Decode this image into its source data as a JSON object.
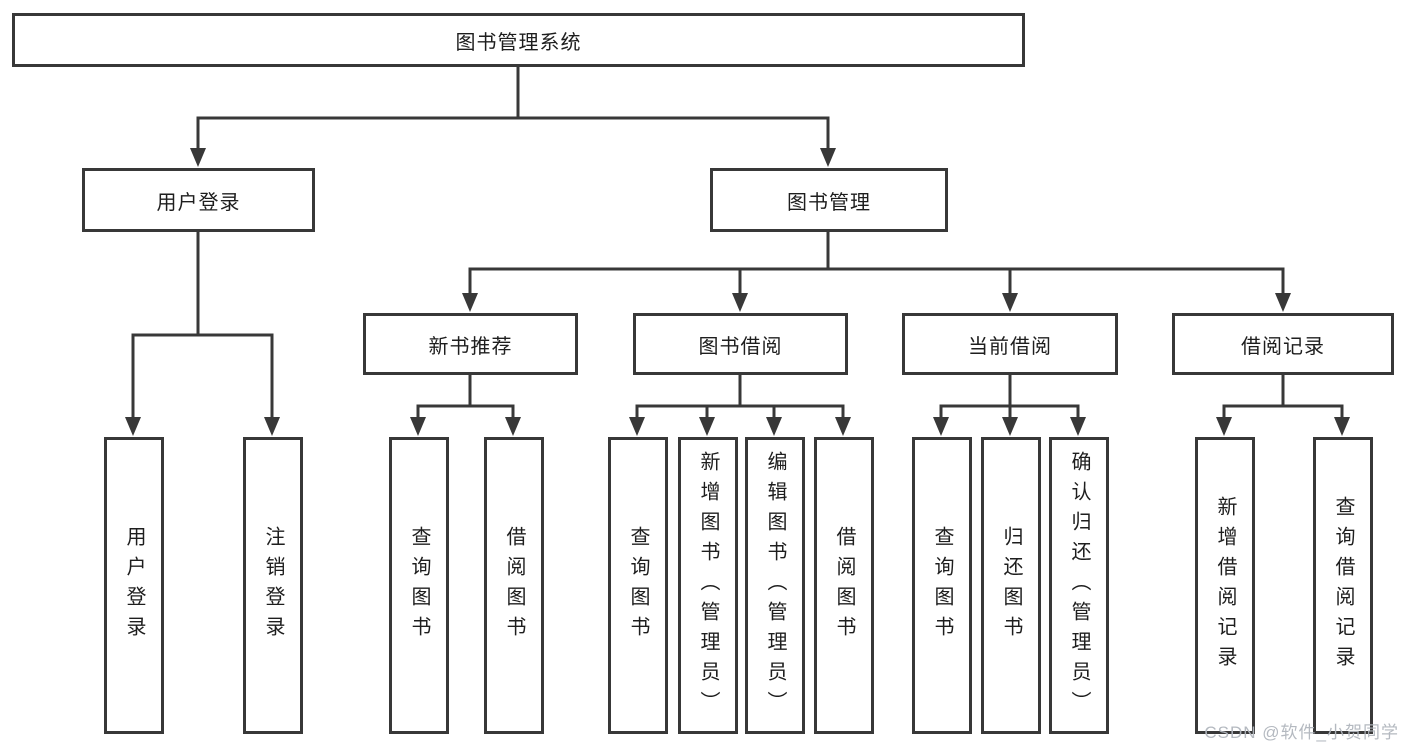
{
  "diagram": {
    "title": "图书管理系统",
    "branches": [
      {
        "label": "用户登录",
        "leaves": [
          "用户登录",
          "注销登录"
        ]
      },
      {
        "label": "图书管理",
        "sections": [
          {
            "label": "新书推荐",
            "leaves": [
              "查询图书",
              "借阅图书"
            ]
          },
          {
            "label": "图书借阅",
            "leaves": [
              "查询图书",
              "新增图书（管理员）",
              "编辑图书（管理员）",
              "借阅图书"
            ]
          },
          {
            "label": "当前借阅",
            "leaves": [
              "查询图书",
              "归还图书",
              "确认归还（管理员）"
            ]
          },
          {
            "label": "借阅记录",
            "leaves": [
              "新增借阅记录",
              "查询借阅记录"
            ]
          }
        ]
      }
    ]
  },
  "watermark": {
    "text": "CSDN @软件_小贺同学"
  },
  "colors": {
    "line": "#383838",
    "text": "#1e1e1e",
    "box_background": "#ffffff",
    "watermark": "#b0b5bd",
    "background": "#ffffff"
  }
}
